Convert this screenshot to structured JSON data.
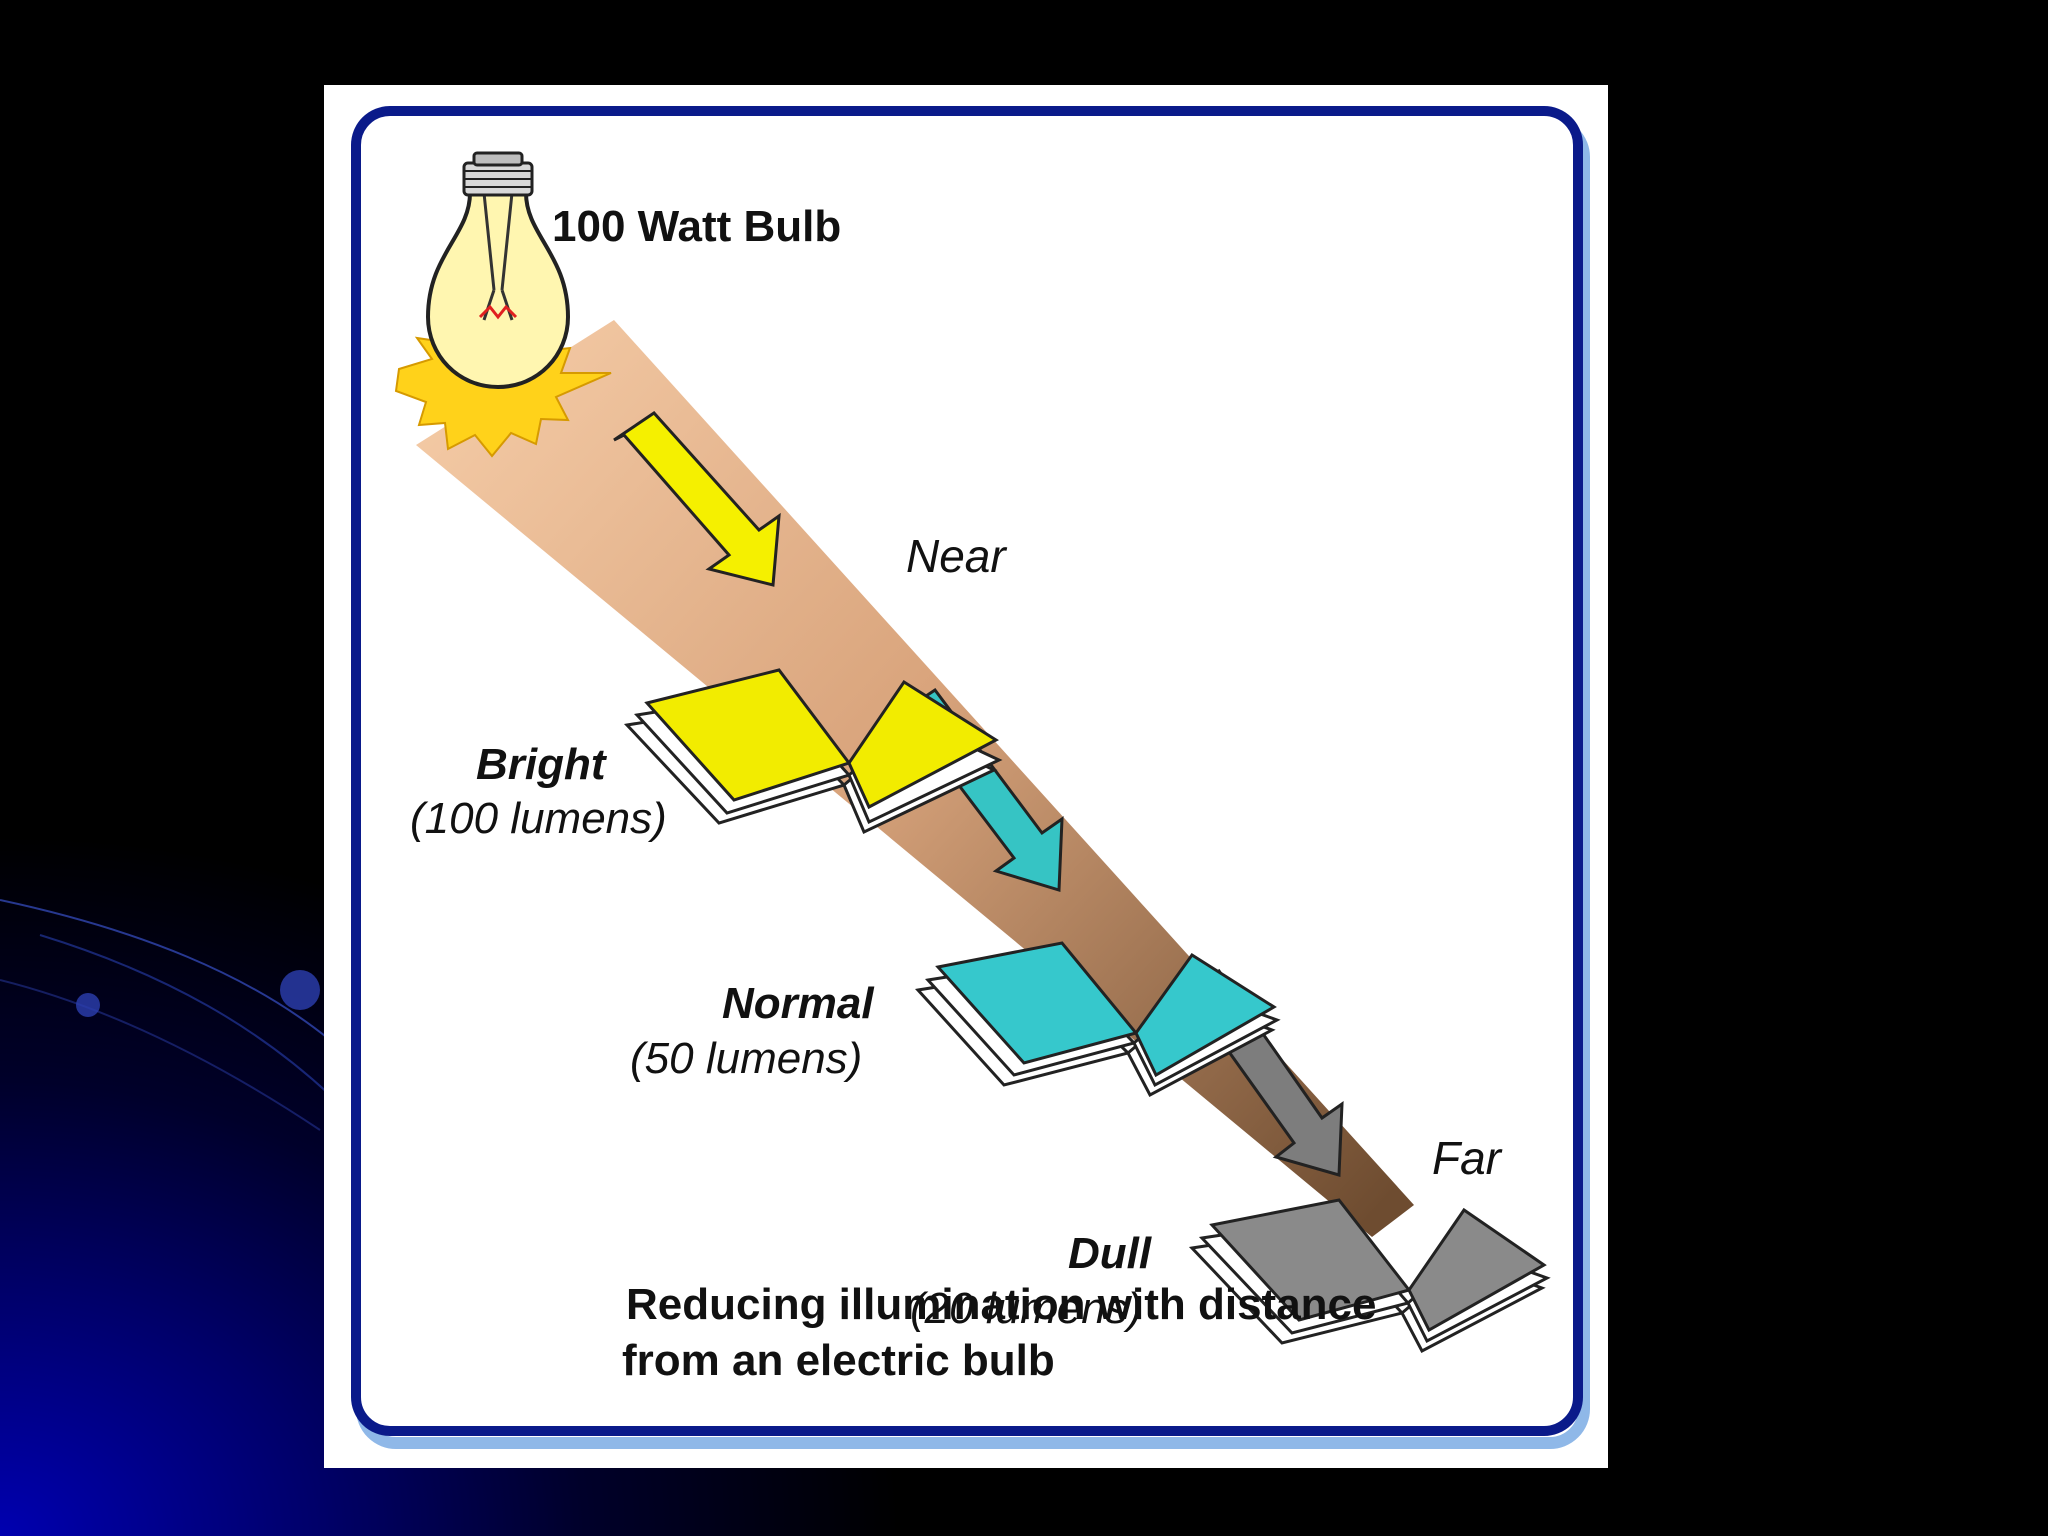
{
  "bulb": {
    "label": "100 Watt Bulb"
  },
  "distance": {
    "near": "Near",
    "far": "Far"
  },
  "levels": [
    {
      "name": "Bright",
      "value": "(100 lumens)",
      "page_color": "#f2ec00",
      "arrow_color": "#f5f000"
    },
    {
      "name": "Normal",
      "value": "(50 lumens)",
      "page_color": "#36c8cc",
      "arrow_color": "#36c4c4"
    },
    {
      "name": "Dull",
      "value": "(20 lumens)",
      "page_color": "#8a8a8a",
      "arrow_color": "#7d7d7d"
    }
  ],
  "caption": {
    "line1": "Reducing illumination with distance",
    "line2": "from an electric bulb"
  },
  "colors": {
    "frame": "#0a1a8a",
    "frame_shadow": "#8fb8e8",
    "beam_near": "#f3c9a4",
    "beam_far": "#6e4c30",
    "bulb_glow": "#ffd21a",
    "bulb_glass": "#fff6b0"
  }
}
